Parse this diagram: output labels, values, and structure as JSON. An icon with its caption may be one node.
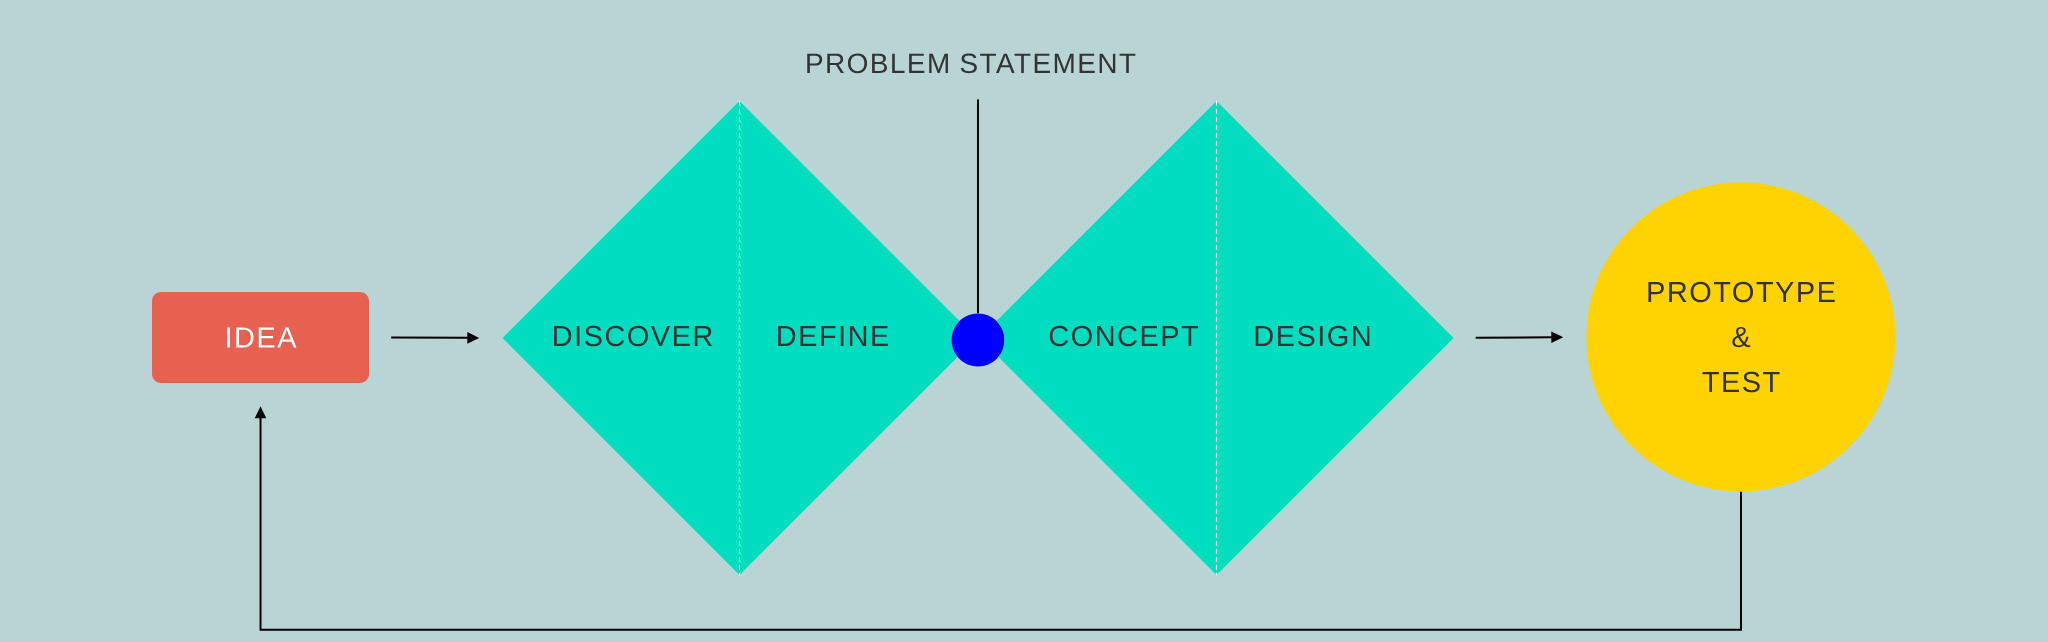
{
  "diagram": {
    "nodes": [
      {
        "text": [
          "IDEA"
        ]
      },
      {
        "text": [
          "DISCOVER",
          "DEFINE"
        ]
      },
      {
        "text": [
          "PROBLEM STATEMENT"
        ]
      },
      {
        "text": [],
        "shape": "circle"
      },
      {
        "text": [
          "CONCEPT",
          "DESIGN"
        ]
      },
      {
        "text": [
          "PROTOTYPE & TEST"
        ]
      }
    ],
    "edges": [
      {
        "from": 0,
        "to": 1,
        "arrow": "to"
      },
      {
        "from": 2,
        "to": 3,
        "arrow": "none"
      },
      {
        "from": 4,
        "to": 5,
        "arrow": "to"
      },
      {
        "from": 5,
        "to": 0,
        "arrow": "to"
      }
    ]
  }
}
